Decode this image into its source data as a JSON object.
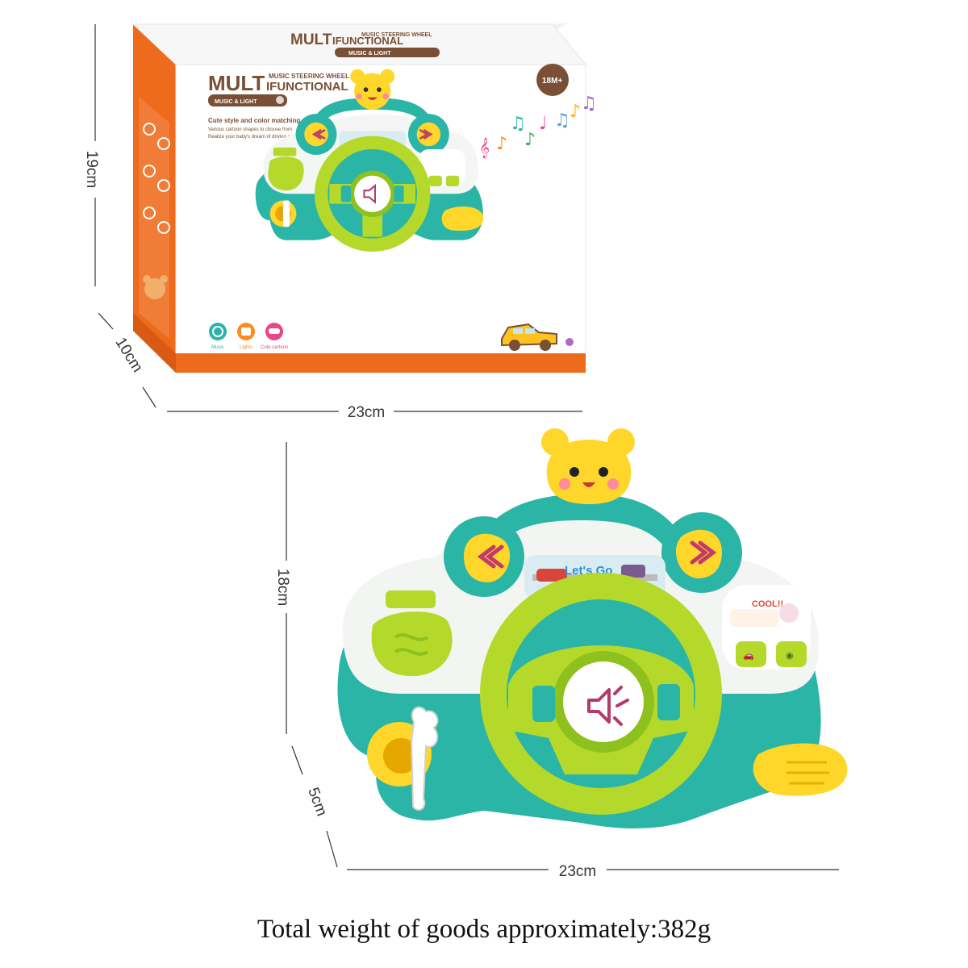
{
  "box": {
    "brand_big": "MULT",
    "brand_rest": "IFUNCTIONAL",
    "small_line": "MUSIC STEERING WHEEL",
    "pill": "MUSIC & LIGHT",
    "age": "18M+",
    "tagline": "Cute style and color matching",
    "sub1": "Various cartoon shapes to choose from",
    "sub2": "Realize your baby's dream of driving a car",
    "features": [
      "Music",
      "Lights",
      "Cute cartoon"
    ]
  },
  "toy": {
    "screen_text": "Let's Go",
    "badge_text": "COOL!!"
  },
  "dimensions": {
    "box_height": "19cm",
    "box_depth": "10cm",
    "box_width": "23cm",
    "toy_height": "18cm",
    "toy_depth": "5cm",
    "toy_width": "23cm"
  },
  "caption": "Total weight of goods approximately:382g",
  "colors": {
    "teal": "#2bb5a7",
    "lime": "#b5d92a",
    "orange": "#ee6a1c",
    "brown": "#7a4f35",
    "yellow": "#ffd62a"
  }
}
